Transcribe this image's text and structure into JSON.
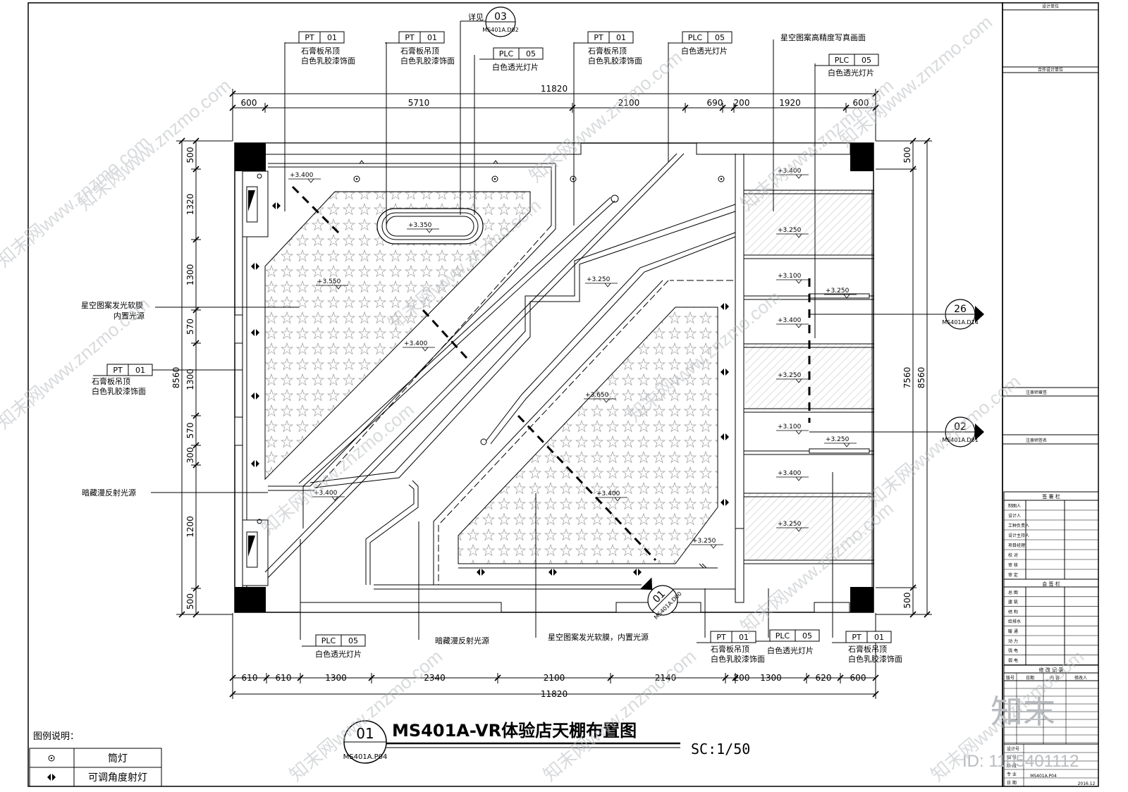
{
  "drawing": {
    "title": "MS401A-VR体验店天棚布置图",
    "number": "01",
    "sheet_ref": "MS401A.P04",
    "scale": "SC:1/50"
  },
  "dimensions": {
    "top_total": "11820",
    "top": [
      "600",
      "5710",
      "2100",
      "690",
      "200",
      "1920",
      "600"
    ],
    "bottom_total": "11820",
    "bottom": [
      "610",
      "610",
      "1300",
      "2340",
      "2100",
      "2140",
      "200",
      "1300",
      "620",
      "600"
    ],
    "left_total": "8560",
    "left": [
      "500",
      "1320",
      "1300",
      "570",
      "1300",
      "570",
      "300",
      "1200",
      "500"
    ],
    "right_total": "8560",
    "right_inner": "7560",
    "right": [
      "500",
      "500"
    ]
  },
  "tags": {
    "pt": "PT",
    "pt_num": "01",
    "plc": "PLC",
    "plc_num": "05",
    "gypsum_1": "石膏板吊顶",
    "gypsum_2": "白色乳胶漆饰面",
    "light_panel": "白色透光灯片",
    "detail_see": "详见",
    "detail_num": "03",
    "detail_ref": "MS401A.D02",
    "starry_photo": "星空图案高精度写真画面",
    "starry_film_1": "星空图案发光软膜",
    "starry_film_2": "内置光源",
    "hidden_light": "暗藏漫反射光源",
    "starry_film_bottom": "星空图案发光软膜，内置光源"
  },
  "callouts": [
    {
      "num": "26",
      "ref": "MS401A.D14"
    },
    {
      "num": "02",
      "ref": "MS401A.D01"
    },
    {
      "num": "01",
      "ref": "MS401A.D00"
    }
  ],
  "elevations": [
    "+3.400",
    "+3.350",
    "+3.550",
    "+3.400",
    "+3.250",
    "+3.400",
    "+3.650",
    "+3.400",
    "+3.250",
    "+3.400",
    "+3.250",
    "+3.100",
    "+3.250",
    "+3.400",
    "+3.250",
    "+3.100",
    "+3.250",
    "+3.400",
    "+3.250"
  ],
  "legend": {
    "heading": "图例说明：",
    "items": [
      {
        "symbol": "downlight-icon",
        "label": "筒灯"
      },
      {
        "symbol": "spotlight-icon",
        "label": "可调角度射灯"
      }
    ]
  },
  "title_block": {
    "design_unit": "设计单位",
    "cooperating_unit": "合作设计单位",
    "seal_1": "注册师章签",
    "seal_2": "注册师签名",
    "sign_header": "签 署 栏",
    "sign_rows": [
      "制图人",
      "设计人",
      "工种负责人",
      "设计主持人",
      "项目经理",
      "校 对",
      "审 核",
      "审 定"
    ],
    "countersign_header": "会 签 栏",
    "countersign_rows": [
      "总 图",
      "建 筑",
      "结 构",
      "给排水",
      "暖 通",
      "动 力",
      "强 电",
      "弱 电"
    ],
    "revision_header": "修 改 记 录",
    "revision_cols": [
      "版号",
      "日期",
      "内 容",
      "修改人"
    ],
    "bottom_labels": [
      "设计号",
      "图 号",
      "阶 段",
      "专 业",
      "日 期"
    ],
    "sheet_no": "MS401A.P04",
    "date": "2016.12"
  },
  "watermarks": {
    "site": "知末网www.znzmo.com",
    "brand": "知末",
    "id": "ID: 1105401112"
  }
}
